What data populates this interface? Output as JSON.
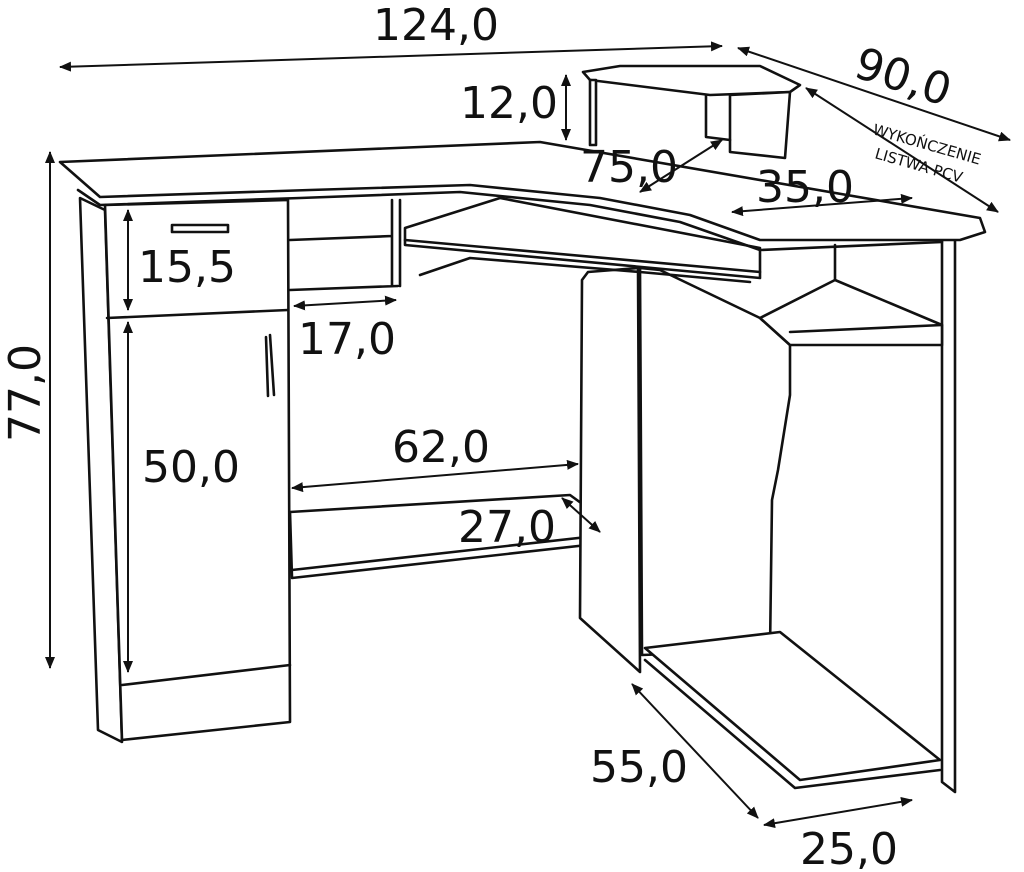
{
  "dimensions": {
    "overall_width": "124,0",
    "depth": "90,0",
    "height": "77,0",
    "top_shelf_height": "12,0",
    "diagonal_depth": "75,0",
    "shelf_width": "35,0",
    "drawer_height": "15,5",
    "cabinet_height": "50,0",
    "keyboard_tray_depth": "17,0",
    "knee_width": "62,0",
    "shelf_depth": "27,0",
    "cpu_stand_length": "55,0",
    "cpu_stand_width": "25,0"
  },
  "note": {
    "line1": "WYKOŃCZENIE",
    "line2": "LISTWA PCV"
  },
  "colors": {
    "line": "#111111",
    "background": "#ffffff"
  }
}
